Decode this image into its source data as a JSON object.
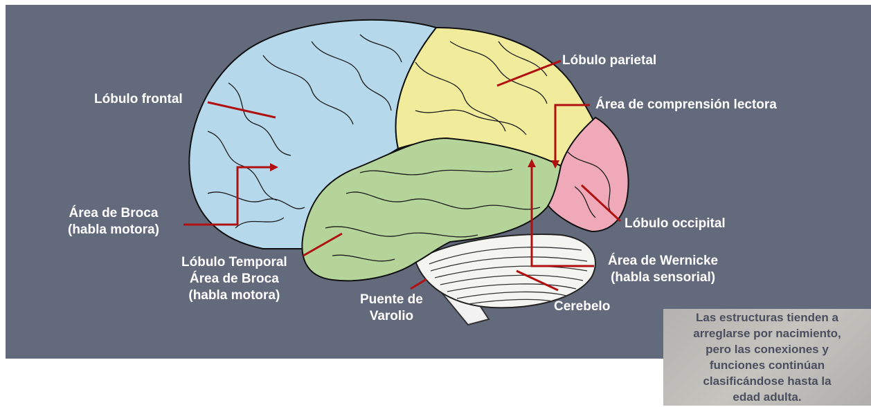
{
  "labels": {
    "frontal": "Lóbulo frontal",
    "parietal": "Lóbulo parietal",
    "comprension": "Área de comprensión lectora",
    "broca_line1": "Área de Broca",
    "broca_line2": "(habla motora)",
    "occipital": "Lóbulo occipital",
    "temporal_line1": "Lóbulo Temporal",
    "temporal_line2": "Área de Broca",
    "temporal_line3": "(habla motora)",
    "wernicke_line1": "Área de Wernicke",
    "wernicke_line2": "(habla sensorial)",
    "puente_line1": "Puente de",
    "puente_line2": "Varolio",
    "cerebelo": "Cerebelo"
  },
  "note": {
    "lines": [
      "Las estructuras tienden a",
      "arreglarse por nacimiento,",
      "pero las conexiones y",
      "funciones continúan",
      "clasificándose hasta la",
      "edad adulta."
    ]
  },
  "colors": {
    "background": "#636a7c",
    "frontal": "#b5d8ea",
    "parietal": "#f1ec9c",
    "temporal": "#b5d49a",
    "occipital": "#f0a9b9",
    "cerebellum": "#f4f4f0",
    "arrow": "#b01010"
  }
}
